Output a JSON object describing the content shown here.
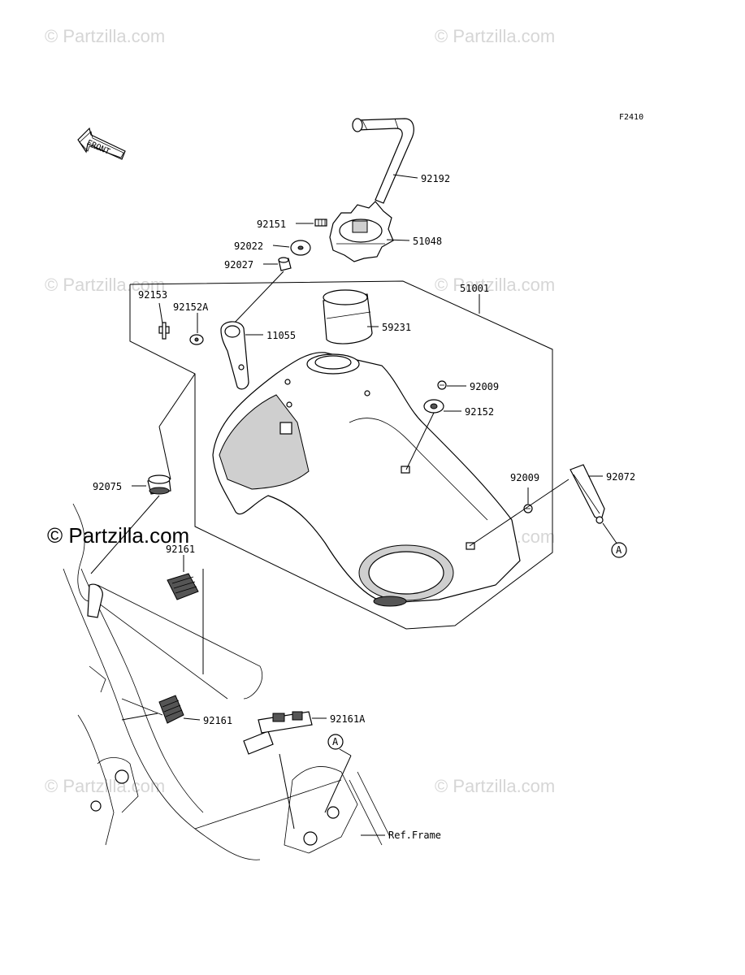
{
  "diagram": {
    "figure_code": "F2410",
    "front_marker": "FRONT",
    "ref_label": "Ref.Frame",
    "connector_letter": "A",
    "watermark_text": "© Partzilla.com",
    "part_labels": {
      "p92192": "92192",
      "p92151": "92151",
      "p51048": "51048",
      "p92022": "92022",
      "p92027": "92027",
      "p51001": "51001",
      "p92153": "92153",
      "p92152A": "92152A",
      "p11055": "11055",
      "p59231": "59231",
      "p92009a": "92009",
      "p92152": "92152",
      "p92009b": "92009",
      "p92072": "92072",
      "p92075": "92075",
      "p92161a": "92161",
      "p92161b": "92161",
      "p92161A": "92161A"
    }
  }
}
